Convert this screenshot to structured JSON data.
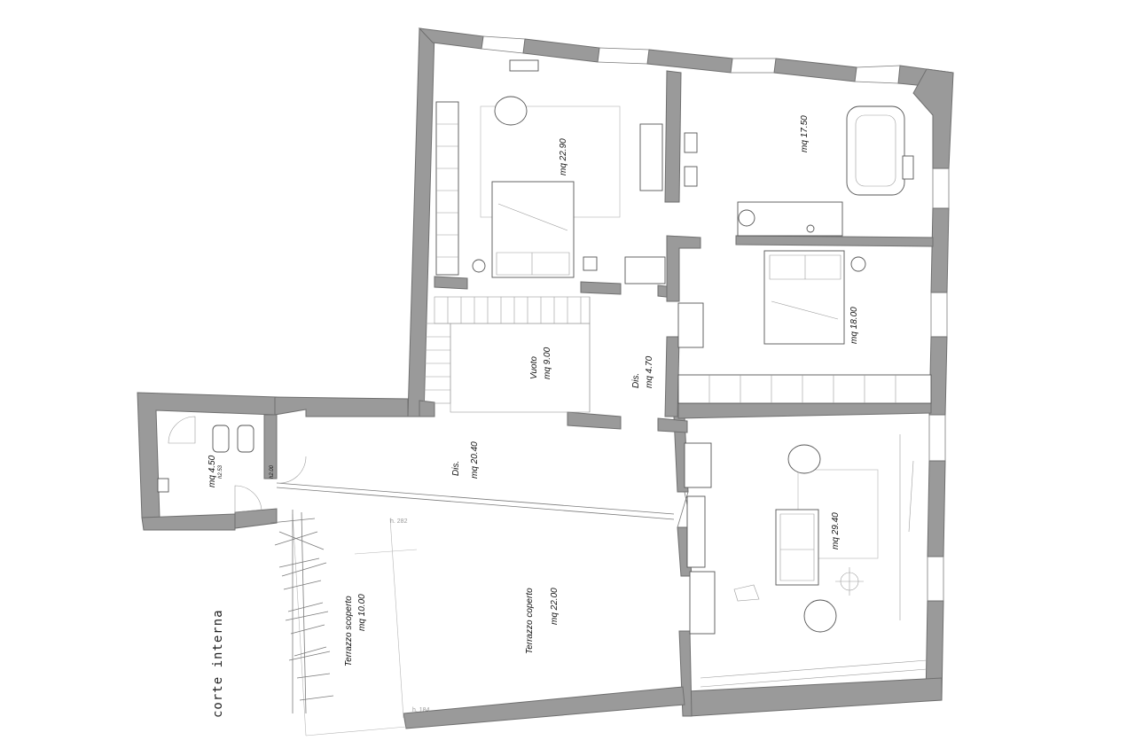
{
  "rooms": {
    "bedroom_main": "mq 22.90",
    "bathroom_main": "mq 17.50",
    "bedroom_second": "mq 18.00",
    "void_name": "Vuoto",
    "void_area": "mq 9.00",
    "hall_upper_name": "Dis.",
    "hall_upper_area": "mq 4.70",
    "hall_main_name": "Dis.",
    "hall_main_area": "mq 20.40",
    "wc_area": "mq 4.50",
    "wc_height": "h2.53",
    "door_height": "h2.00",
    "living_area": "mq 29.40",
    "terrace_open_name": "Terrazzo scoperto",
    "terrace_open_area": "mq 10.00",
    "terrace_covered_name": "Terrazzo coperto",
    "terrace_covered_area": "mq 22.00"
  },
  "dimensions": {
    "height_top": "h. 282",
    "height_bottom": "h. 184"
  },
  "courtyard": "corte interna",
  "colors": {
    "wall": "#9a9a9a",
    "line": "#7a7a7a",
    "background": "#ffffff"
  }
}
